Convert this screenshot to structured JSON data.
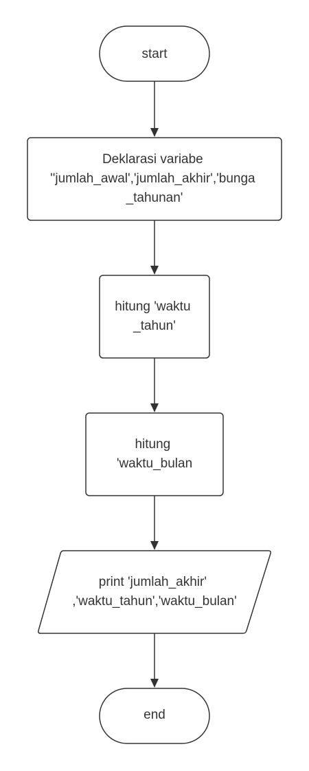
{
  "nodes": {
    "start": {
      "lines": [
        "start"
      ]
    },
    "declare": {
      "lines": [
        "Deklarasi variabe",
        "''jumlah_awal','jumlah_akhir','bunga",
        "_tahunan'"
      ]
    },
    "calc_years": {
      "lines": [
        "hitung 'waktu",
        "_tahun'"
      ]
    },
    "calc_months": {
      "lines": [
        "hitung",
        "'waktu_bulan"
      ]
    },
    "output": {
      "lines": [
        "print 'jumlah_akhir'",
        ",'waktu_tahun','waktu_bulan'"
      ]
    },
    "end": {
      "lines": [
        "end"
      ]
    }
  }
}
